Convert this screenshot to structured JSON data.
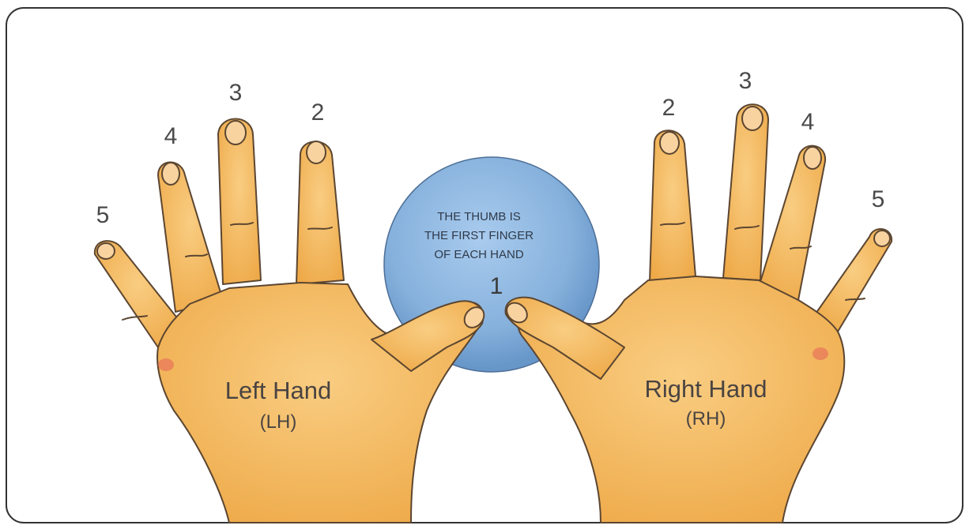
{
  "ball": {
    "lines": [
      "THE THUMB IS",
      "THE FIRST FINGER",
      "OF EACH HAND"
    ],
    "thumb_number": "1"
  },
  "left_hand": {
    "title": "Left Hand",
    "abbr": "(LH)",
    "finger_labels": {
      "f2": "2",
      "f3": "3",
      "f4": "4",
      "f5": "5"
    }
  },
  "right_hand": {
    "title": "Right Hand",
    "abbr": "(RH)",
    "finger_labels": {
      "f2": "2",
      "f3": "3",
      "f4": "4",
      "f5": "5"
    }
  },
  "colors": {
    "skin": "#f3b755",
    "skin_light": "#f8c976",
    "skin_shadow": "#e39a3a",
    "outline": "#5c4631",
    "ball": "#8ab4de",
    "ball_shadow": "#5f8fc6",
    "frame": "#333333"
  }
}
